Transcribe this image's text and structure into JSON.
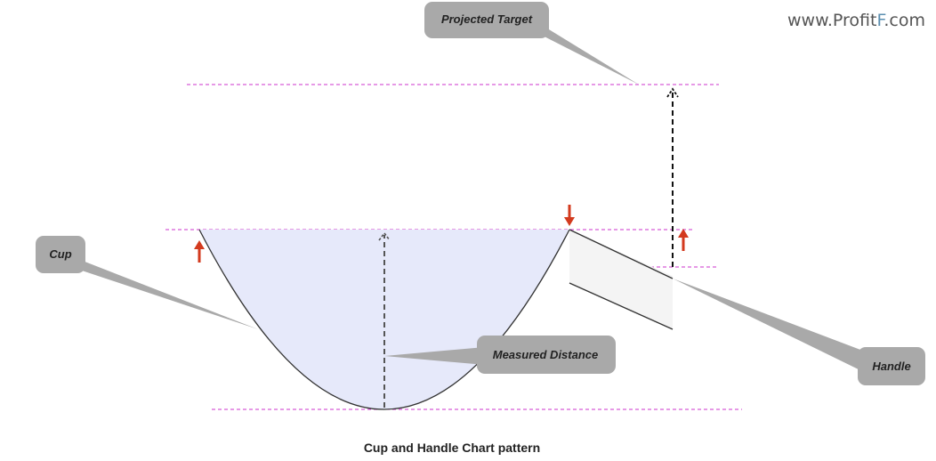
{
  "brand": {
    "prefix": "www.Profit",
    "accent": "F",
    "suffix": ".com"
  },
  "labels": {
    "projected_target": "Projected Target",
    "cup": "Cup",
    "measured_distance": "Measured Distance",
    "handle": "Handle"
  },
  "caption": "Cup and Handle Chart pattern",
  "colors": {
    "guide_line": "#cc33cc",
    "cup_fill": "#e6e9fa",
    "handle_fill": "#f4f4f4",
    "callout": "#a9a9a9",
    "arrow_red": "#d33a1e",
    "measure_line": "#444444",
    "brand_accent": "#5b8fb0"
  },
  "icons": {
    "breakout_arrow": "arrow-up-icon",
    "sell_arrow": "arrow-down-icon"
  }
}
